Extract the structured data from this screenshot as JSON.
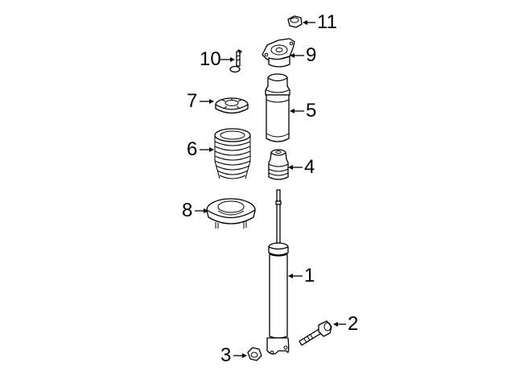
{
  "diagram": {
    "type": "exploded-parts-diagram",
    "subject": "rear shock absorber assembly",
    "callouts": [
      {
        "id": "1",
        "label": "1",
        "part": "shock-absorber"
      },
      {
        "id": "2",
        "label": "2",
        "part": "bolt"
      },
      {
        "id": "3",
        "label": "3",
        "part": "nut"
      },
      {
        "id": "4",
        "label": "4",
        "part": "bump-stop"
      },
      {
        "id": "5",
        "label": "5",
        "part": "dust-boot"
      },
      {
        "id": "6",
        "label": "6",
        "part": "coil-spring"
      },
      {
        "id": "7",
        "label": "7",
        "part": "spring-insulator"
      },
      {
        "id": "8",
        "label": "8",
        "part": "spring-seat"
      },
      {
        "id": "9",
        "label": "9",
        "part": "upper-mount"
      },
      {
        "id": "10",
        "label": "10",
        "part": "bolt-stud"
      },
      {
        "id": "11",
        "label": "11",
        "part": "nut-upper"
      }
    ]
  }
}
